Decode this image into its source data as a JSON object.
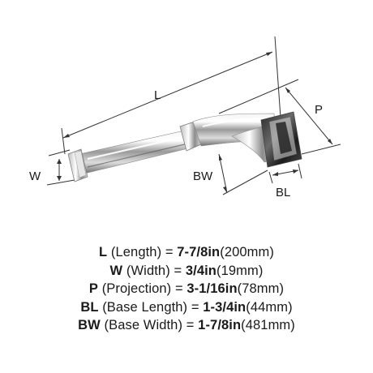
{
  "labels": {
    "L": "L",
    "W": "W",
    "P": "P",
    "BW": "BW",
    "BL": "BL"
  },
  "specs": [
    {
      "abbr": "L",
      "desc": " (Length) = ",
      "value": "7-7/8in",
      "metric": "(200mm)"
    },
    {
      "abbr": "W",
      "desc": " (Width) = ",
      "value": "3/4in",
      "metric": "(19mm)"
    },
    {
      "abbr": "P",
      "desc": " (Projection) = ",
      "value": "3-1/16in",
      "metric": "(78mm)"
    },
    {
      "abbr": "BL",
      "desc": " (Base Length) = ",
      "value": "1-3/4in",
      "metric": "(44mm)"
    },
    {
      "abbr": "BW",
      "desc": " (Base Width) = ",
      "value": "1-7/8in",
      "metric": "(481mm)"
    }
  ]
}
